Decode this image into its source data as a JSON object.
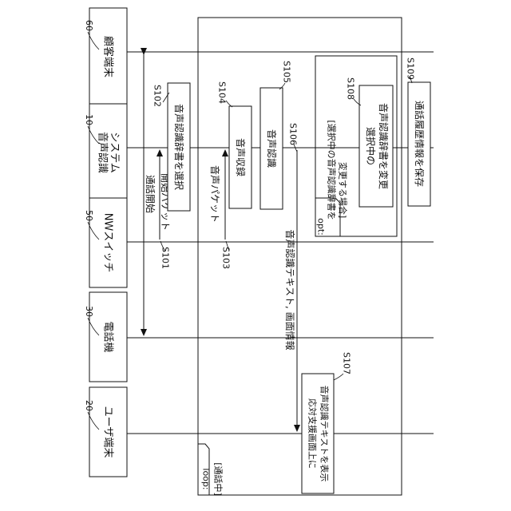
{
  "participants": [
    {
      "id": "user_terminal",
      "ref": "20",
      "label": "ユーザ端末"
    },
    {
      "id": "telephone",
      "ref": "30",
      "label": "電話機"
    },
    {
      "id": "nw_switch",
      "ref": "50",
      "label": "NWスイッチ"
    },
    {
      "id": "speech_system",
      "ref": "10",
      "label": "音声認識システム",
      "label_lines": [
        "音声認識",
        "システム"
      ]
    },
    {
      "id": "customer_terminal",
      "ref": "60",
      "label": "顧客端末"
    }
  ],
  "fragments": {
    "loop": {
      "keyword": "loop:",
      "condition": "[通話中]"
    },
    "opt": {
      "keyword": "opt:",
      "condition_lines": [
        "[選択中の音声認識辞書を",
        "変更する場合]"
      ]
    }
  },
  "messages": {
    "call_start": "通話開始",
    "start_packet": "開始パケット",
    "voice_packet": "音声パケット",
    "text_and_screen": "音声認識テキスト, 画面情報"
  },
  "steps": {
    "s101": "S101",
    "s102": "S102",
    "s103": "S103",
    "s104": "S104",
    "s105": "S105",
    "s106": "S106",
    "s107": "S107",
    "s108": "S108",
    "s109": "S109"
  },
  "actions": {
    "select_dict": "音声認識辞書を選択",
    "record_voice": "音声収録",
    "recognize": "音声認識",
    "change_dict_lines": [
      "選択中の",
      "音声認識辞書を変更"
    ],
    "save_history": "通話履歴情報を保存",
    "display_text_lines": [
      "応対支援画面上に",
      "音声認識テキストを表示"
    ]
  }
}
